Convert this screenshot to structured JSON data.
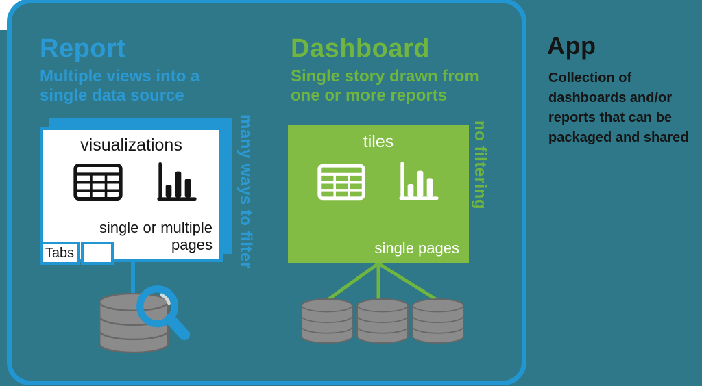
{
  "report": {
    "title": "Report",
    "subtitle_lines": [
      "Multiple views into a",
      "single data source"
    ],
    "card_title": "visualizations",
    "card_note_lines": [
      "single or multiple",
      "pages"
    ],
    "tab_label": "Tabs",
    "side_label": "many ways to filter",
    "icons": [
      "table-icon",
      "bar-chart-icon",
      "database-icon",
      "magnifier-icon"
    ]
  },
  "dashboard": {
    "title": "Dashboard",
    "subtitle_lines": [
      "Single story drawn from",
      "one or more reports"
    ],
    "card_title": "tiles",
    "card_note": "single pages",
    "side_label": "no filtering",
    "icons": [
      "table-icon",
      "bar-chart-icon",
      "database-icon",
      "database-icon",
      "database-icon"
    ]
  },
  "app": {
    "title": "App",
    "description_lines": [
      "Collection of",
      "dashboards and/or",
      "reports that can be",
      "packaged and shared"
    ]
  },
  "colors": {
    "background_teal": "#2F7889",
    "accent_blue": "#2196D3",
    "text_blue": "#2B9AD4",
    "accent_green": "#6FB53F",
    "card_green": "#82BC44",
    "database_gray": "#8B8B8B",
    "text_black": "#151515",
    "card_white": "#FFFFFF"
  }
}
